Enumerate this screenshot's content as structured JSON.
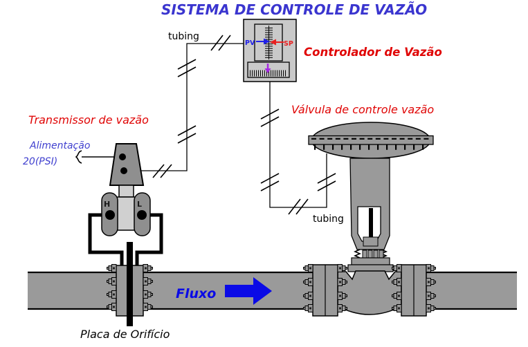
{
  "diagram": {
    "title": "SISTEMA DE CONTROLE DE VAZÃO",
    "controller": {
      "label": "Controlador de Vazão",
      "pv": "PV",
      "sp": "SP"
    },
    "transmitter": {
      "label": "Transmissor de vazão",
      "supply_line1": "Alimentação",
      "supply_line2": "20(PSI)",
      "high_tap": "H",
      "low_tap": "L"
    },
    "valve": {
      "label": "Válvula de controle vazão",
      "tubing_label": "tubing"
    },
    "tubing_top_label": "tubing",
    "flow_label": "Fluxo",
    "orifice_label": "Placa de Orifício"
  },
  "colors": {
    "title_blue": "#3a35cf",
    "label_red": "#e00505",
    "supply_blue": "#4040cf",
    "flow_blue": "#0a0ae6",
    "pv_blue": "#2020e8",
    "sp_red": "#e82020",
    "setpoint_purple": "#a428e0",
    "pipe_gray": "#9a9a9a",
    "device_gray": "#8f8f8f",
    "device_light_gray": "#d0d0d0",
    "controller_gray": "#c9c9c9",
    "line_black": "#000000",
    "background": "#ffffff"
  }
}
